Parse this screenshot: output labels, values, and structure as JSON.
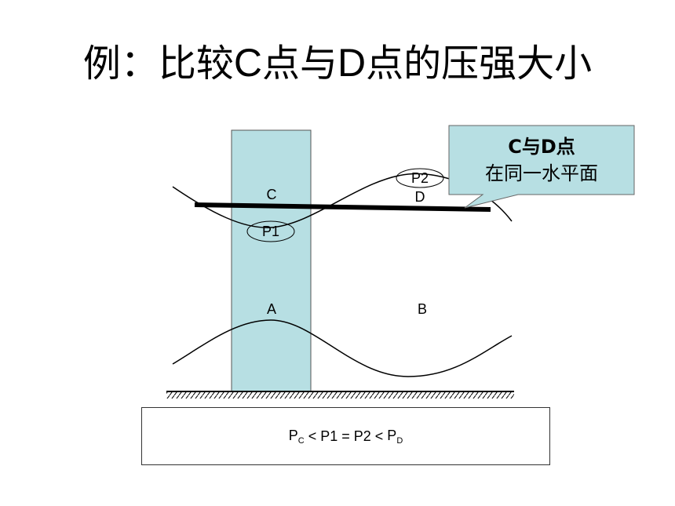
{
  "title": {
    "prefix": "例：比较",
    "c": "C",
    "mid": "点与",
    "d": "D",
    "suffix": "点的压强大小"
  },
  "labels": {
    "c": "C",
    "d": "D",
    "a": "A",
    "b": "B",
    "p1": "P1",
    "p2": "P2"
  },
  "callout": {
    "line1": "C与D点",
    "line2": "在同一水平面"
  },
  "formula": {
    "p": "P",
    "sub_c": "C",
    "op1": " < ",
    "p1": "P1",
    "eq": " = ",
    "p2": "P2",
    "op2": " < ",
    "sub_d": "D"
  },
  "colors": {
    "water": "#b7dfe3",
    "callout_fill": "#b7dfe3",
    "line": "#000000"
  }
}
